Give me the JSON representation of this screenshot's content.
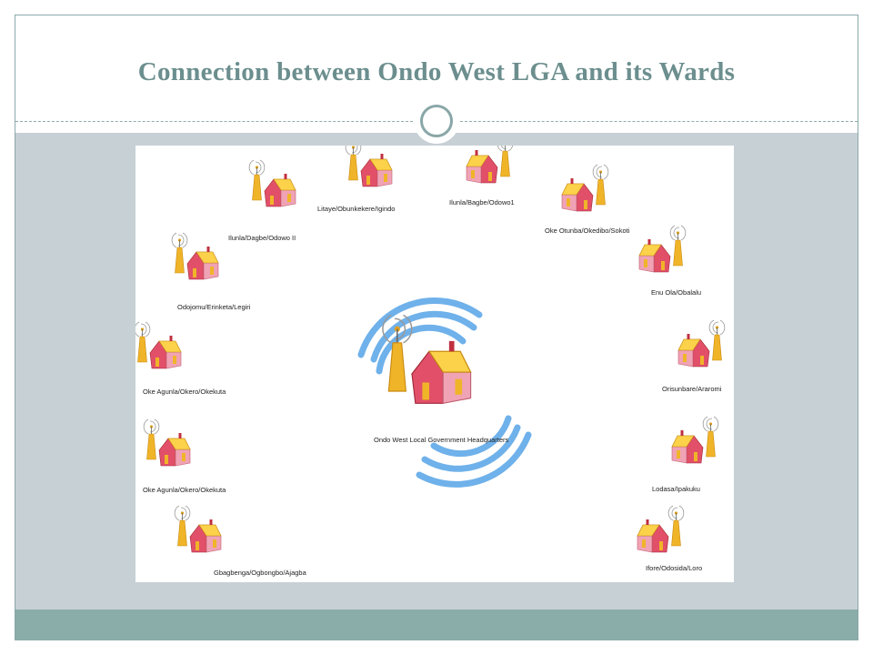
{
  "slide": {
    "title": "Connection between Ondo West LGA and its Wards"
  },
  "diagram": {
    "hub": {
      "label": "Ondo West Local Government Headquarters"
    },
    "wards": [
      {
        "id": "w1",
        "label": "Ilunla/Dagbe/Odowo II"
      },
      {
        "id": "w2",
        "label": "Litaye/Obunkekere/Igindo"
      },
      {
        "id": "w3",
        "label": "Ilunla/Bagbe/Odowo1"
      },
      {
        "id": "w4",
        "label": "Oke Otunba/Okedibo/Sokoti"
      },
      {
        "id": "w5",
        "label": "Odojomu/Erinketa/Legiri"
      },
      {
        "id": "w6",
        "label": "Enu Ola/Obalalu"
      },
      {
        "id": "w7",
        "label": "Oke Agunla/Okero/Okekuta"
      },
      {
        "id": "w8",
        "label": "Orisunbare/Araromi"
      },
      {
        "id": "w9",
        "label": "Oke Agunla/Okero/Okekuta"
      },
      {
        "id": "w10",
        "label": "Lodasa/Ipakuku"
      },
      {
        "id": "w11",
        "label": "Gbagbenga/Ogbongbo/Ajagba"
      },
      {
        "id": "w12",
        "label": "Ifore/Odosida/Loro"
      }
    ]
  }
}
